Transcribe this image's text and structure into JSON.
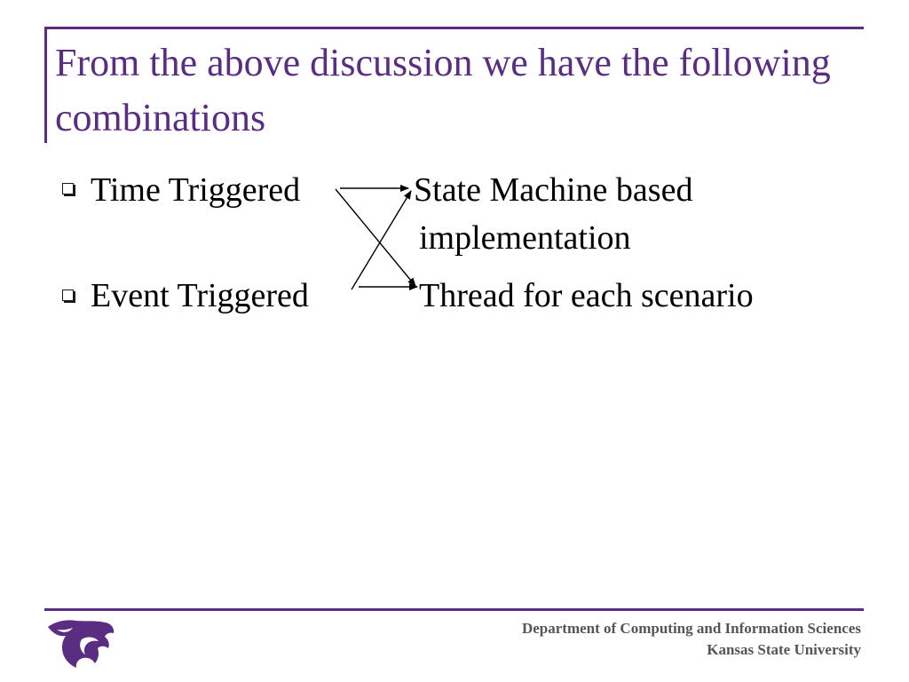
{
  "slide": {
    "title": "From the above discussion we have the following combinations",
    "items": [
      {
        "left": "Time Triggered",
        "right_line1": "State Machine based",
        "right_line2": "implementation"
      },
      {
        "left": "Event Triggered",
        "right_line1": "Thread for each scenario"
      }
    ]
  },
  "footer": {
    "department": "Department of Computing and Information Sciences",
    "university": "Kansas State University"
  },
  "colors": {
    "accent": "#5a2d82",
    "text": "#000000",
    "footer_text": "#555555"
  },
  "icons": {
    "bullet": "hollow-square-bullet-icon",
    "logo": "powercat-logo-icon"
  }
}
